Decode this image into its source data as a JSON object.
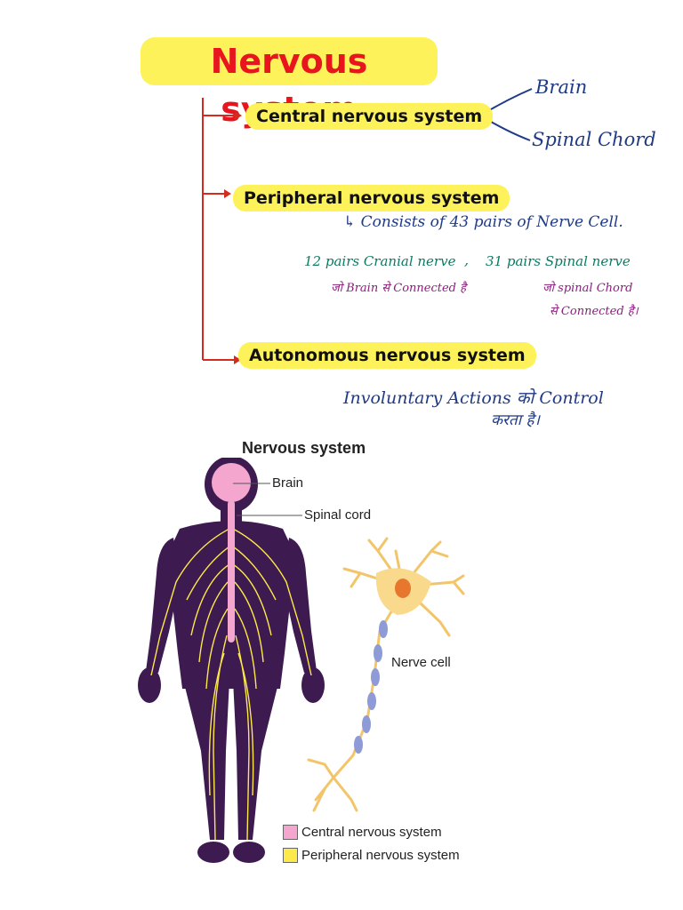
{
  "title": "Nervous system",
  "branches": {
    "central": {
      "label": "Central nervous system",
      "parts": [
        "Brain",
        "Spinal Chord"
      ]
    },
    "peripheral": {
      "label": "Peripheral nervous system",
      "note": "↳ Consists of 43 pairs of Nerve Cell.",
      "cranial": "12 pairs Cranial nerve",
      "separator": ",",
      "spinal": "31 pairs Spinal nerve",
      "cranial_desc": "जो Brain से Connected है",
      "spinal_desc_1": "जो spinal Chord",
      "spinal_desc_2": "से Connected है।"
    },
    "autonomous": {
      "label": "Autonomous nervous system",
      "note_1": "Involuntary Actions को Control",
      "note_2": "करता है।"
    }
  },
  "diagram": {
    "title": "Nervous system",
    "labels": {
      "brain": "Brain",
      "spinal_cord": "Spinal cord",
      "nerve_cell": "Nerve cell"
    },
    "legend": [
      {
        "label": "Central nervous system",
        "color": "#f4a6cf"
      },
      {
        "label": "Peripheral nervous system",
        "color": "#fde94a"
      }
    ]
  },
  "colors": {
    "highlight": "#fdf25a",
    "title_red": "#e8141e",
    "arrow_red": "#d42a20",
    "ink_blue": "#1f3a86",
    "ink_green": "#0c7a62",
    "ink_purple": "#8a1e7d",
    "body_purple": "#3d1a4f"
  }
}
